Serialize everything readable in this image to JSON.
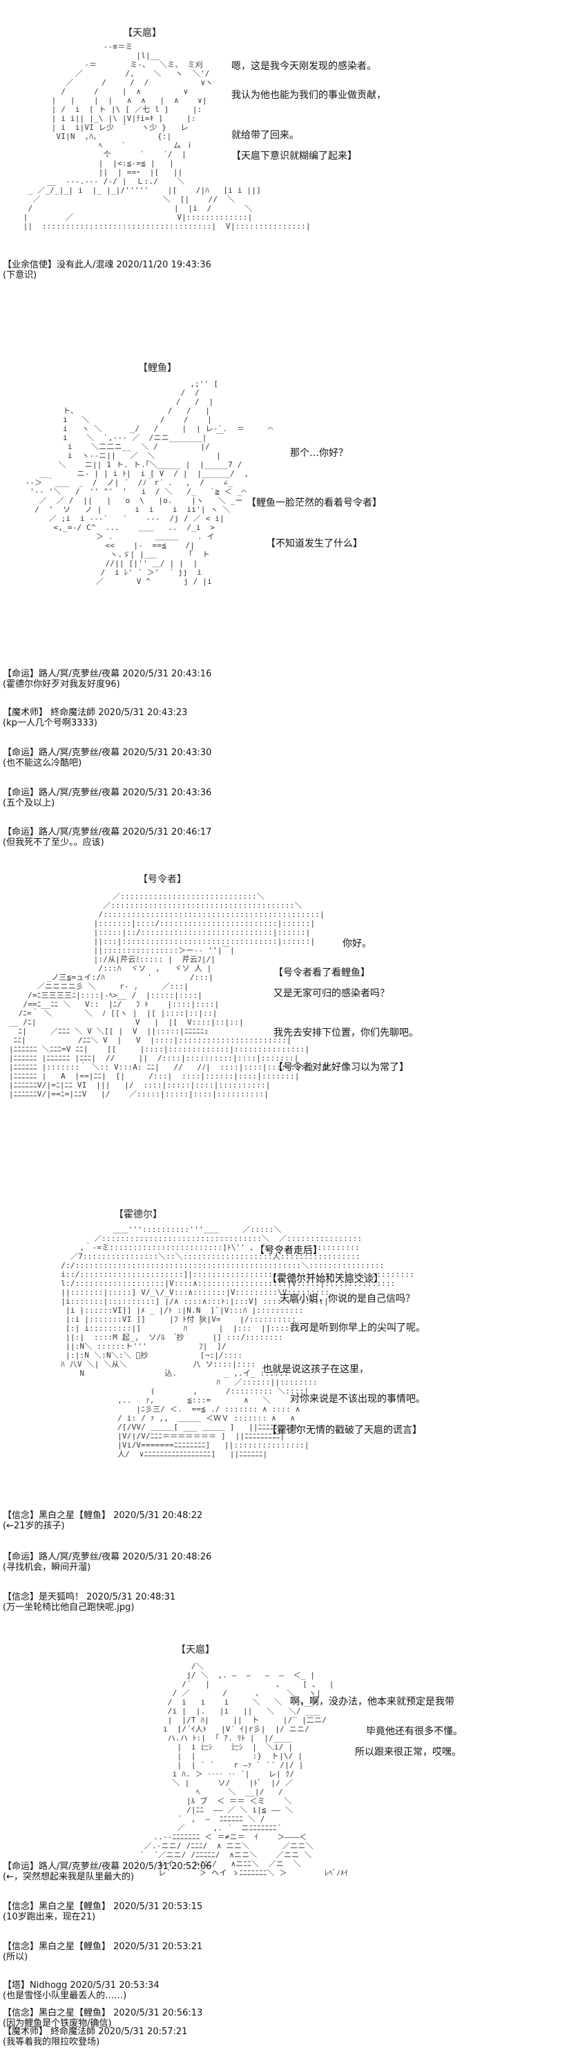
{
  "panel1": {
    "tag": "【天扈】",
    "speech": [
      "嗯，这是我今天刚发现的感染者。",
      "我认为他也能为我们的事业做贡献，",
      "就给带了回来。",
      "【天扈下意识就糊编了起来】"
    ],
    "comments": [
      {
        "head": "【业余信使】没有此人/混魂 2020/11/20 19:43:36",
        "body": "(下意识)"
      }
    ]
  },
  "panel2": {
    "tag": "【鲤鱼】",
    "speech": [
      "那个…你好？",
      "【鲤鱼一脸茫然的看着号令者】",
      "【不知道发生了什么】"
    ],
    "comments": [
      {
        "head": "【命运】路人/冥/克萝丝/夜幕 2020/5/31 20:43:16",
        "body": "(霍德尔你好歹对我友好度96)"
      },
      {
        "head": "【魔术师】 終命魔法師 2020/5/31 20:43:23",
        "body": "(kp一人几个号啊3333)"
      },
      {
        "head": "【命运】路人/冥/克萝丝/夜幕 2020/5/31 20:43:30",
        "body": "(也不能这么冷酷吧)"
      },
      {
        "head": "【命运】路人/冥/克萝丝/夜幕 2020/5/31 20:43:36",
        "body": "(五个及以上)"
      },
      {
        "head": "【命运】路人/冥/克萝丝/夜幕 2020/5/31 20:46:17",
        "body": "(但我死不了至少。。应该)"
      }
    ]
  },
  "panel3": {
    "tag": "【号令者】",
    "speech": [
      "你好。",
      "【号令者看了看鲤鱼】",
      "又是无家可归的感染者吗？",
      "我先去安排下位置，你们先聊吧。",
      "【号令者对此好像习以为常了】"
    ]
  },
  "panel4": {
    "tag": "【霍德尔】",
    "speech": [
      "【号令者走后】",
      "【霍德尔开始和天扈交谈】",
      "天扈小姐，你说的是自己信吗？",
      "我可是听到你早上的尖叫了呢。",
      "也就是说这孩子在这里，",
      "对你来说是不该出现的事情吧。",
      "【霍德尔无情的戳破了天扈的谎言】"
    ],
    "comments": [
      {
        "head": "【信念】黑白之星【鲤鱼】 2020/5/31 20:48:22",
        "body": "(←21岁的孩子)"
      },
      {
        "head": "【命运】路人/冥/克萝丝/夜幕 2020/5/31 20:48:26",
        "body": "(寻找机会，瞬间开溜)"
      },
      {
        "head": "【信念】是天狐鸣！ 2020/5/31 20:48:31",
        "body": "(万一坐轮椅比他自己跑快呢.jpg)"
      }
    ]
  },
  "panel5": {
    "tag": "【天扈】",
    "speech": [
      "啊，啊，没办法，他本来就预定是我带",
      "毕竟他还有很多不懂。",
      "所以跟来很正常，哎嘿。"
    ],
    "comments": [
      {
        "head": "【命运】路人/冥/克萝丝/夜幕 2020/5/31 20:52:06",
        "body": "(←，突然想起来我是队里最大的)"
      },
      {
        "head": "【信念】黑白之星【鲤鱼】 2020/5/31 20:53:15",
        "body": "(10岁跑出来，现在21)"
      },
      {
        "head": "【信念】黑白之星【鲤鱼】 2020/5/31 20:53:21",
        "body": "(所以)"
      },
      {
        "head": "【塔】Nidhogg 2020/5/31 20:53:34",
        "body": "(也是雪怪小队里最丢人的……)"
      },
      {
        "head": "【信念】黑白之星【鲤鱼】 2020/5/31 20:56:13",
        "body": "(因为鲤鱼是个铁废物/确信)"
      },
      {
        "head": "【魔术师】 終命魔法師 2020/5/31 20:57:21",
        "body": "(我等着我的限拉吹登场)"
      }
    ]
  }
}
